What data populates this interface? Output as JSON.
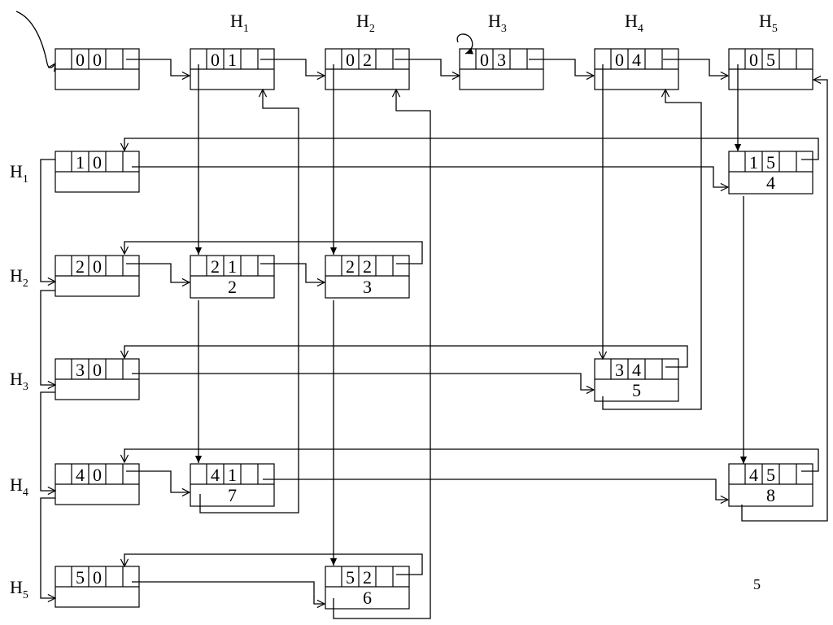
{
  "column_headers": [
    {
      "text": "H",
      "sub": "1"
    },
    {
      "text": "H",
      "sub": "2"
    },
    {
      "text": "H",
      "sub": "3"
    },
    {
      "text": "H",
      "sub": "4"
    },
    {
      "text": "H",
      "sub": "5"
    }
  ],
  "row_headers": [
    {
      "text": "H",
      "sub": "1"
    },
    {
      "text": "H",
      "sub": "2"
    },
    {
      "text": "H",
      "sub": "3"
    },
    {
      "text": "H",
      "sub": "4"
    },
    {
      "text": "H",
      "sub": "5"
    }
  ],
  "head_nodes": [
    {
      "row": "0",
      "col": "0"
    },
    {
      "row": "0",
      "col": "1"
    },
    {
      "row": "0",
      "col": "2"
    },
    {
      "row": "0",
      "col": "3"
    },
    {
      "row": "0",
      "col": "4"
    },
    {
      "row": "0",
      "col": "5"
    },
    {
      "row": "1",
      "col": "0"
    },
    {
      "row": "2",
      "col": "0"
    },
    {
      "row": "3",
      "col": "0"
    },
    {
      "row": "4",
      "col": "0"
    },
    {
      "row": "5",
      "col": "0"
    }
  ],
  "element_nodes": [
    {
      "row": "1",
      "col": "5",
      "value": "4"
    },
    {
      "row": "2",
      "col": "1",
      "value": "2"
    },
    {
      "row": "2",
      "col": "2",
      "value": "3"
    },
    {
      "row": "3",
      "col": "4",
      "value": "5"
    },
    {
      "row": "4",
      "col": "1",
      "value": "7"
    },
    {
      "row": "4",
      "col": "5",
      "value": "8"
    },
    {
      "row": "5",
      "col": "2",
      "value": "6"
    }
  ],
  "page_number": "5"
}
